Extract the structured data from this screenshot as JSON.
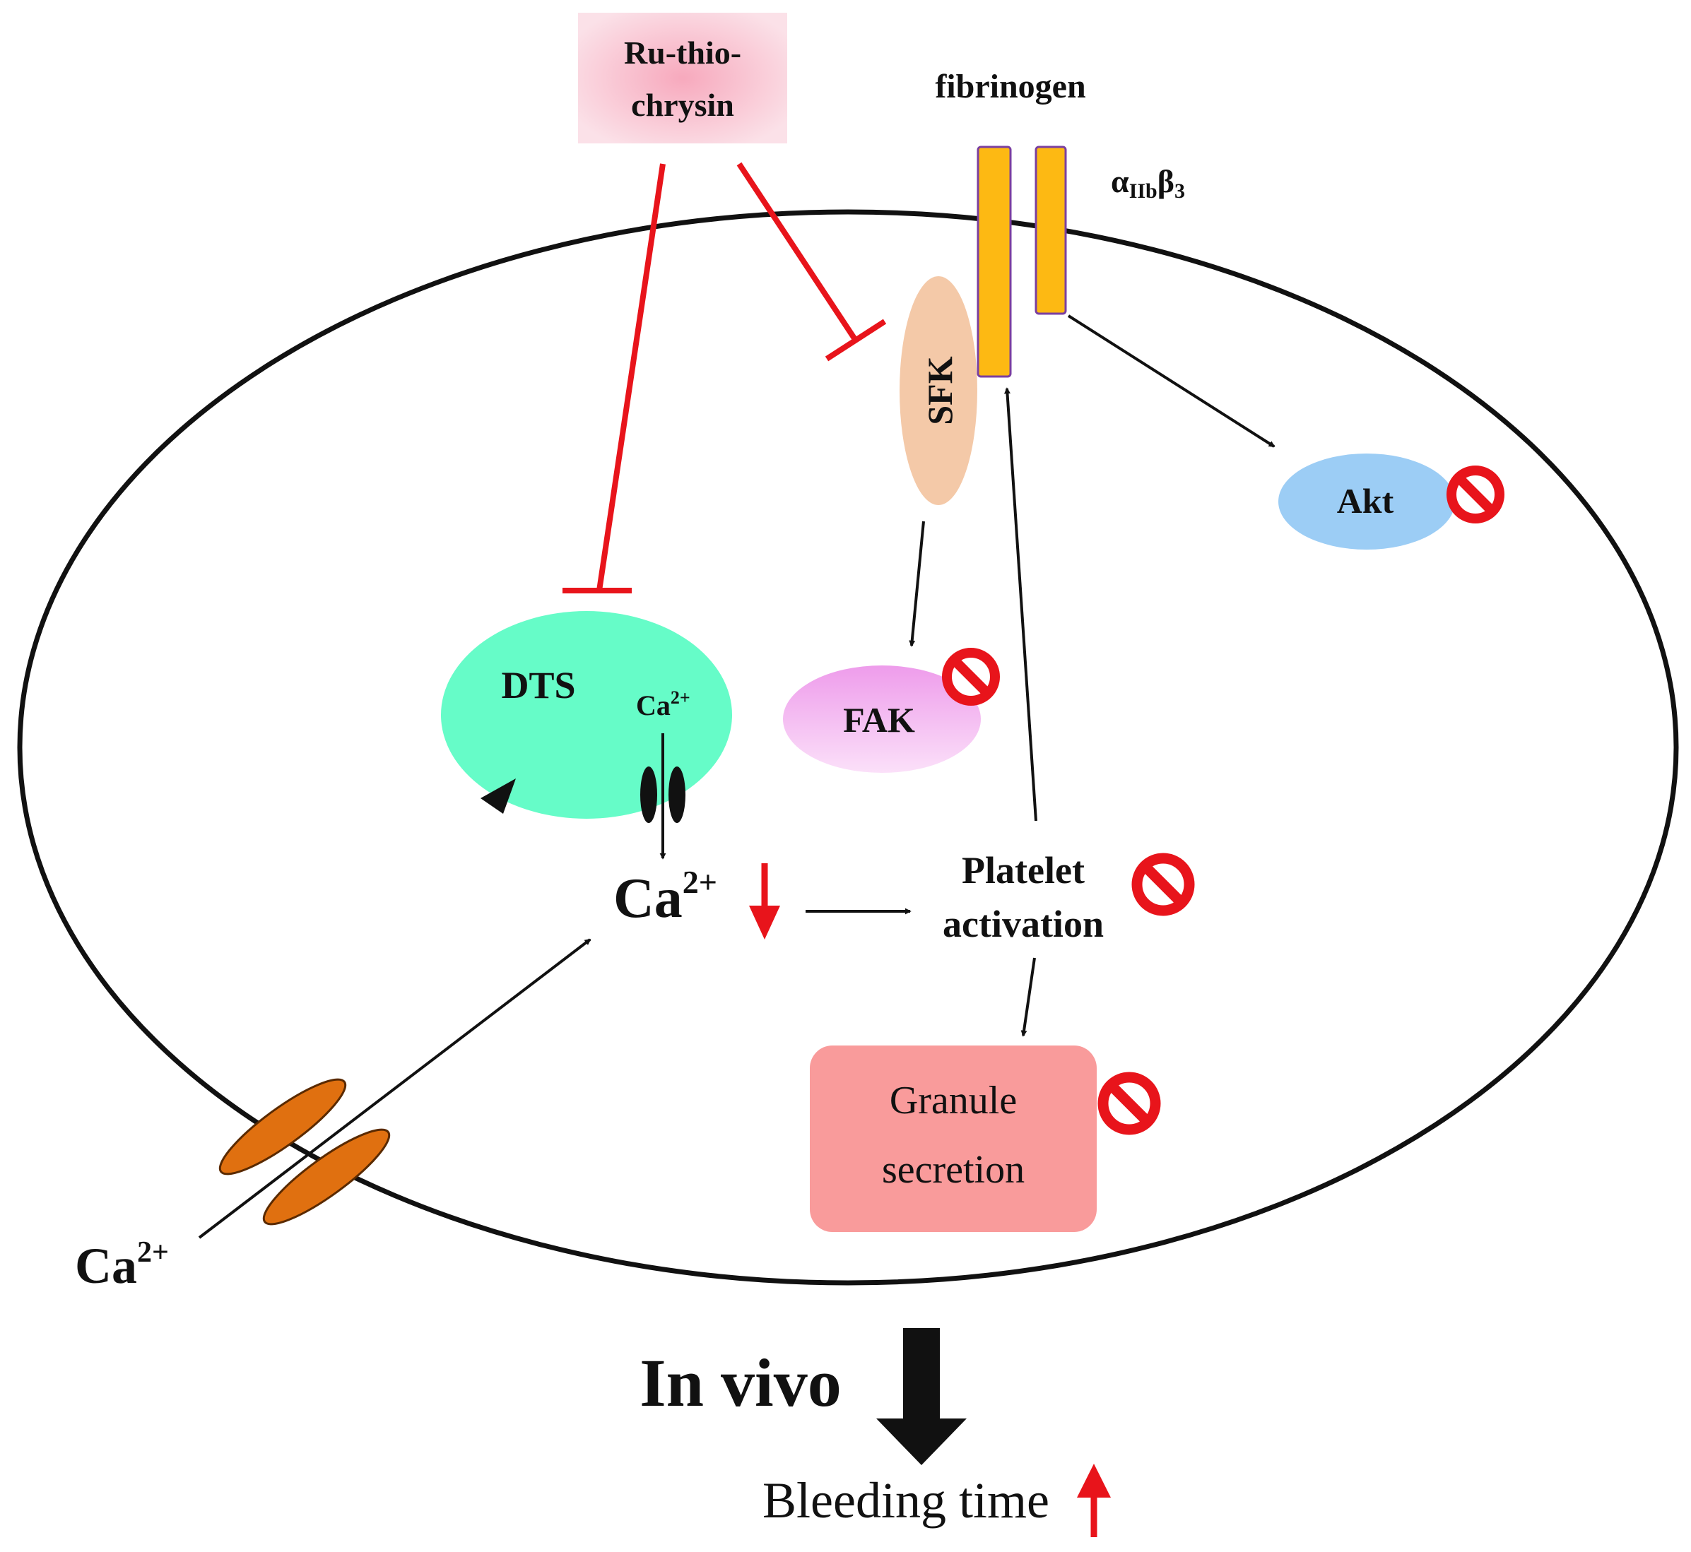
{
  "drug": {
    "line1": "Ru-thio-",
    "line2": "chrysin"
  },
  "ligand": "fibrinogen",
  "receptor": {
    "alpha": "α",
    "sub": "IIb",
    "beta": "β",
    "beta_sub": "3"
  },
  "nodes": {
    "sfk": "SFK",
    "akt": "Akt",
    "fak": "FAK",
    "dts": "DTS",
    "dts_ca": {
      "base": "Ca",
      "sup": "2+"
    },
    "ca_cytosol": {
      "base": "Ca",
      "sup": "2+"
    },
    "ca_extracellular": {
      "base": "Ca",
      "sup": "2+"
    },
    "platelet_activation": {
      "line1": "Platelet",
      "line2": "activation"
    },
    "granule_secretion": {
      "line1": "Granule",
      "line2": "secretion"
    }
  },
  "outcome": {
    "context": "In vivo",
    "result": "Bleeding time"
  },
  "colors": {
    "inhibition": "#e8141b",
    "integrin": "#fdb913",
    "integrin_border": "#7a3fa0",
    "sfk": "#f4c9a8",
    "akt": "#9ccdf5",
    "fak": "#f2a6ef",
    "dts": "#66fcc8",
    "granule": "#f99b9b",
    "channel": "#e07010",
    "drug_box": "#f7b8c8"
  }
}
